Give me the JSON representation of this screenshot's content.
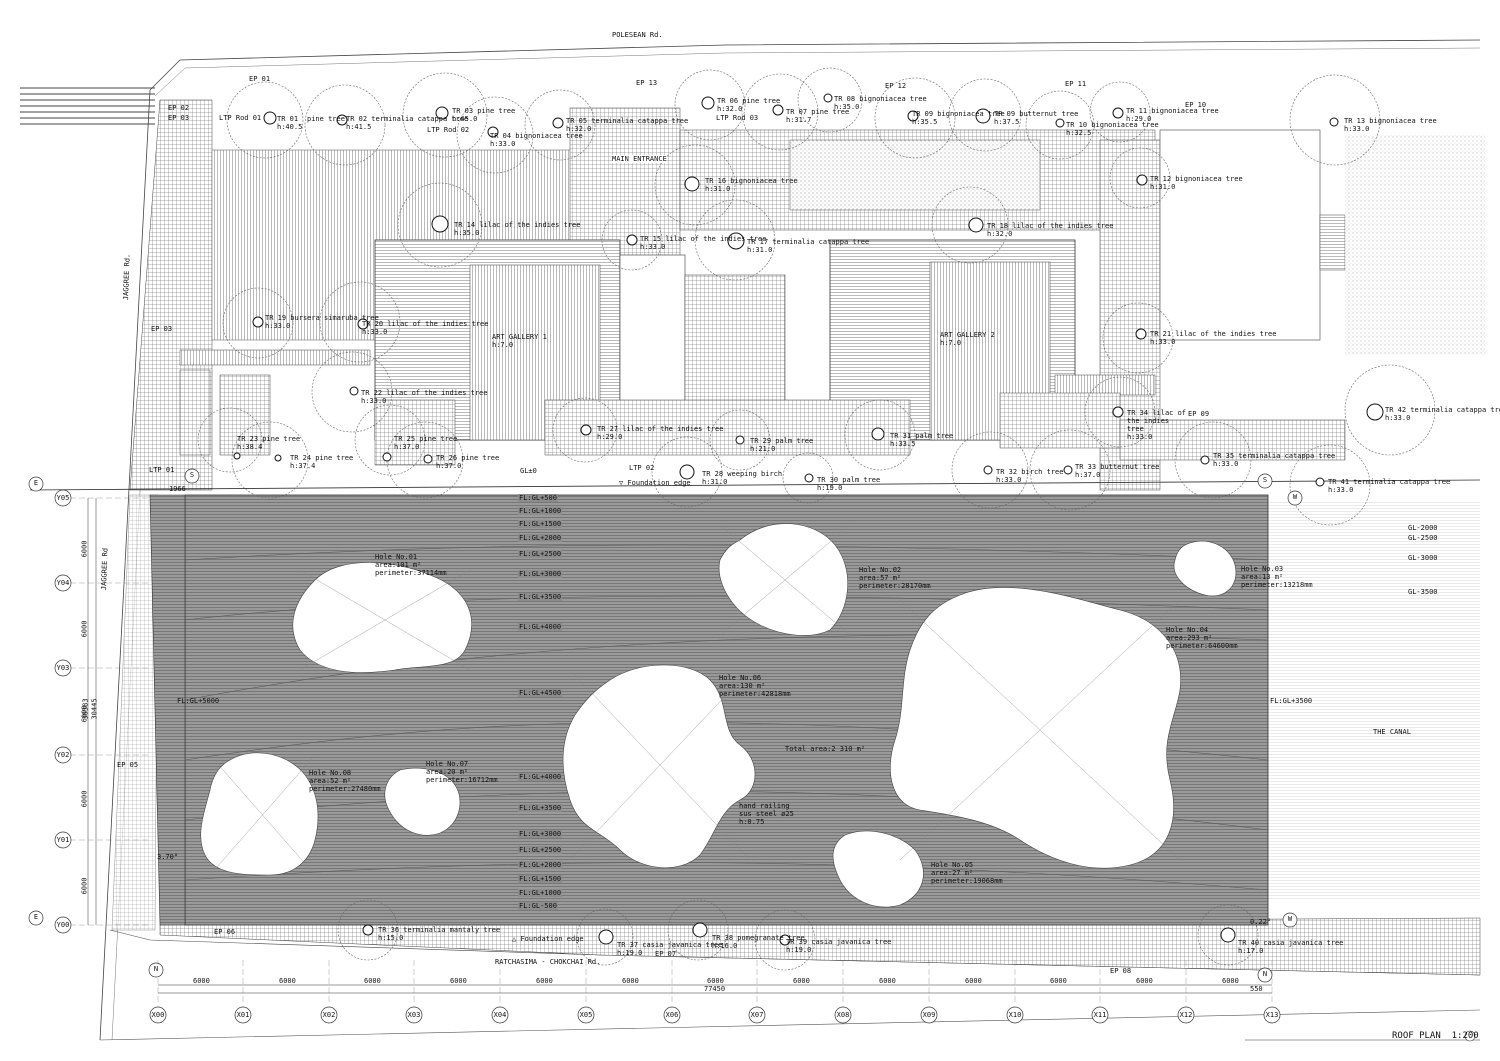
{
  "roads": {
    "north": "POLESEAN Rd.",
    "west_upper": "JAGGREE Rd.",
    "west_lower": "JAGGREE Rd",
    "south": "RATCHASIMA - CHOKCHAI Rd.",
    "canal": "THE CANAL"
  },
  "title": {
    "text": "ROOF PLAN",
    "scale": "1:200"
  },
  "buildings": {
    "gallery1": {
      "name": "ART GALLERY 1",
      "h": "h:7.0"
    },
    "gallery2": {
      "name": "ART GALLERY 2",
      "h": "h:7.0"
    },
    "main_entrance": "MAIN ENTRANCE"
  },
  "ep_labels": [
    "EP 01",
    "EP 02",
    "EP 03",
    "EP 03",
    "EP 05",
    "EP 06",
    "EP 07",
    "EP 08",
    "EP 09",
    "EP 10",
    "EP 11",
    "EP 12",
    "EP 13"
  ],
  "ltp_labels": [
    "LTP Rod 01",
    "LTP Rod 02",
    "LTP Rod 03",
    "LTP 01",
    "LTP 02"
  ],
  "trees": [
    {
      "id": "TR 01",
      "name": "pine tree",
      "h": "h:40.5"
    },
    {
      "id": "TR 02",
      "name": "terminalia catappa tree",
      "h": "h:41.5"
    },
    {
      "id": "TR 03",
      "name": "pine tree",
      "h": "h:45.0"
    },
    {
      "id": "TR 04",
      "name": "bignoniacea tree",
      "h": "h:33.0"
    },
    {
      "id": "TR 05",
      "name": "terminalia catappa tree",
      "h": "h:32.0"
    },
    {
      "id": "TR 06",
      "name": "pine tree",
      "h": "h:32.0"
    },
    {
      "id": "TR 07",
      "name": "pine tree",
      "h": "h:31.7"
    },
    {
      "id": "TR 08",
      "name": "bignoniacea tree",
      "h": "h:35.0"
    },
    {
      "id": "TR 09",
      "name": "bignoniacea tree",
      "h": "h:35.5"
    },
    {
      "id": "TR 09",
      "name": "butternut tree",
      "h": "h:37.5"
    },
    {
      "id": "TR 10",
      "name": "bignoniacea tree",
      "h": "h:32.5"
    },
    {
      "id": "TR 11",
      "name": "bignoniacea tree",
      "h": "h:29.0"
    },
    {
      "id": "TR 12",
      "name": "bignoniacea tree",
      "h": "h:31.0"
    },
    {
      "id": "TR 13",
      "name": "bignoniacea tree",
      "h": "h:33.0"
    },
    {
      "id": "TR 14",
      "name": "lilac of the indies tree",
      "h": "h:35.0"
    },
    {
      "id": "TR 15",
      "name": "lilac of the indies tree",
      "h": "h:33.0"
    },
    {
      "id": "TR 16",
      "name": "bignoniacea tree",
      "h": "h:31.0"
    },
    {
      "id": "TR 17",
      "name": "terminalia catappa tree",
      "h": "h:31.0"
    },
    {
      "id": "TR 18",
      "name": "lilac of the indies tree",
      "h": "h:32.0"
    },
    {
      "id": "TR 19",
      "name": "bursera simaruba tree",
      "h": "h:33.0"
    },
    {
      "id": "TR 20",
      "name": "lilac of the indies tree",
      "h": "h:33.0"
    },
    {
      "id": "TR 21",
      "name": "lilac of the indies tree",
      "h": "h:33.0"
    },
    {
      "id": "TR 22",
      "name": "lilac of the indies tree",
      "h": "h:33.0"
    },
    {
      "id": "TR 23",
      "name": "pine tree",
      "h": "h:38.4"
    },
    {
      "id": "TR 24",
      "name": "pine tree",
      "h": "h:37.4"
    },
    {
      "id": "TR 25",
      "name": "pine tree",
      "h": "h:37.0"
    },
    {
      "id": "TR 26",
      "name": "pine tree",
      "h": "h:37.0"
    },
    {
      "id": "TR 27",
      "name": "lilac of the indies tree",
      "h": "h:29.0"
    },
    {
      "id": "TR 28",
      "name": "weeping birch",
      "h": "h:31.0"
    },
    {
      "id": "TR 29",
      "name": "palm tree",
      "h": "h:21.0"
    },
    {
      "id": "TR 30",
      "name": "palm tree",
      "h": "h:19.0"
    },
    {
      "id": "TR 31",
      "name": "palm tree",
      "h": "h:33.5"
    },
    {
      "id": "TR 32",
      "name": "birch tree",
      "h": "h:33.0"
    },
    {
      "id": "TR 33",
      "name": "butternut tree",
      "h": "h:37.0"
    },
    {
      "id": "TR 34",
      "name": "lilac of the indies tree",
      "h": "h:33.0"
    },
    {
      "id": "TR 35",
      "name": "terminalia catappa tree",
      "h": "h:33.0"
    },
    {
      "id": "TR 36",
      "name": "terminalia mantaly tree",
      "h": "h:15.0"
    },
    {
      "id": "TR 37",
      "name": "casia javanica tree",
      "h": "h:19.0"
    },
    {
      "id": "TR 38",
      "name": "pomegranate tree",
      "h": "h:16.0"
    },
    {
      "id": "TR 39",
      "name": "casia javanica tree",
      "h": "h:19.0"
    },
    {
      "id": "TR 40",
      "name": "casia javanica tree",
      "h": "h:17.0"
    },
    {
      "id": "TR 41",
      "name": "terminalia catappa tree",
      "h": "h:33.0"
    },
    {
      "id": "TR 42",
      "name": "terminalia catappa tree",
      "h": "h:33.0"
    }
  ],
  "holes": [
    {
      "name": "Hole No.01",
      "area": "area:101 m²",
      "perimeter": "perimeter:37114mm"
    },
    {
      "name": "Hole No.02",
      "area": "area:57 m²",
      "perimeter": "perimeter:28170mm"
    },
    {
      "name": "Hole No.03",
      "area": "area:13 m²",
      "perimeter": "perimeter:13218mm"
    },
    {
      "name": "Hole No.04",
      "area": "area:293 m²",
      "perimeter": "perimeter:64600mm"
    },
    {
      "name": "Hole No.05",
      "area": "area:27 m²",
      "perimeter": "perimeter:19068mm"
    },
    {
      "name": "Hole No.06",
      "area": "area:130 m²",
      "perimeter": "perimeter:42818mm"
    },
    {
      "name": "Hole No.07",
      "area": "area:20 m²",
      "perimeter": "perimeter:16712mm"
    },
    {
      "name": "Hole No.08",
      "area": "area:52 m²",
      "perimeter": "perimeter:27480mm"
    }
  ],
  "roof_notes": {
    "total_area": "Total area:2 310 m²",
    "railing": [
      "hand railing",
      "sus steel ø25",
      "h:0.75"
    ],
    "fl_west": "FL:GL+5000",
    "fl_east": "FL:GL+3500",
    "gl_zero": "GL±0",
    "foundation_n": "▽ Foundation edge",
    "foundation_s": "△ Foundation edge",
    "slope_w": "3.70°",
    "slope_e": "0.22°",
    "dim_1966": "1966"
  },
  "fl_levels_top": [
    "FL:GL+500",
    "FL:GL+1000",
    "FL:GL+1500",
    "FL:GL+2000",
    "FL:GL+2500",
    "FL:GL+3000",
    "FL:GL+3500",
    "FL:GL+4000",
    "FL:GL+4500"
  ],
  "fl_levels_bottom": [
    "FL:GL+4000",
    "FL:GL+3500",
    "FL:GL+3000",
    "FL:GL+2500",
    "FL:GL+2000",
    "FL:GL+1500",
    "FL:GL+1000",
    "FL:GL-500"
  ],
  "canal_levels": [
    "GL-2000",
    "GL-2500",
    "GL-3000",
    "GL-3500"
  ],
  "grid_x": [
    "X00",
    "X01",
    "X02",
    "X03",
    "X04",
    "X05",
    "X06",
    "X07",
    "X08",
    "X09",
    "X10",
    "X11",
    "X12",
    "X13"
  ],
  "grid_y": [
    "Y05",
    "Y04",
    "Y03",
    "Y02",
    "Y01",
    "Y00"
  ],
  "dims_x": [
    "6000",
    "6000",
    "6000",
    "6000",
    "6000",
    "6000",
    "6000",
    "6000",
    "6000",
    "6000",
    "6000",
    "6000",
    "6000"
  ],
  "dims_y": [
    "6000",
    "6000",
    "6000",
    "6000",
    "6000"
  ],
  "dim_total_x": "77450",
  "dim_end_x": "550",
  "dim_total_y": [
    "30445",
    "30383"
  ],
  "markers": {
    "E": "E",
    "W": "W",
    "N": "N",
    "S": "S"
  }
}
